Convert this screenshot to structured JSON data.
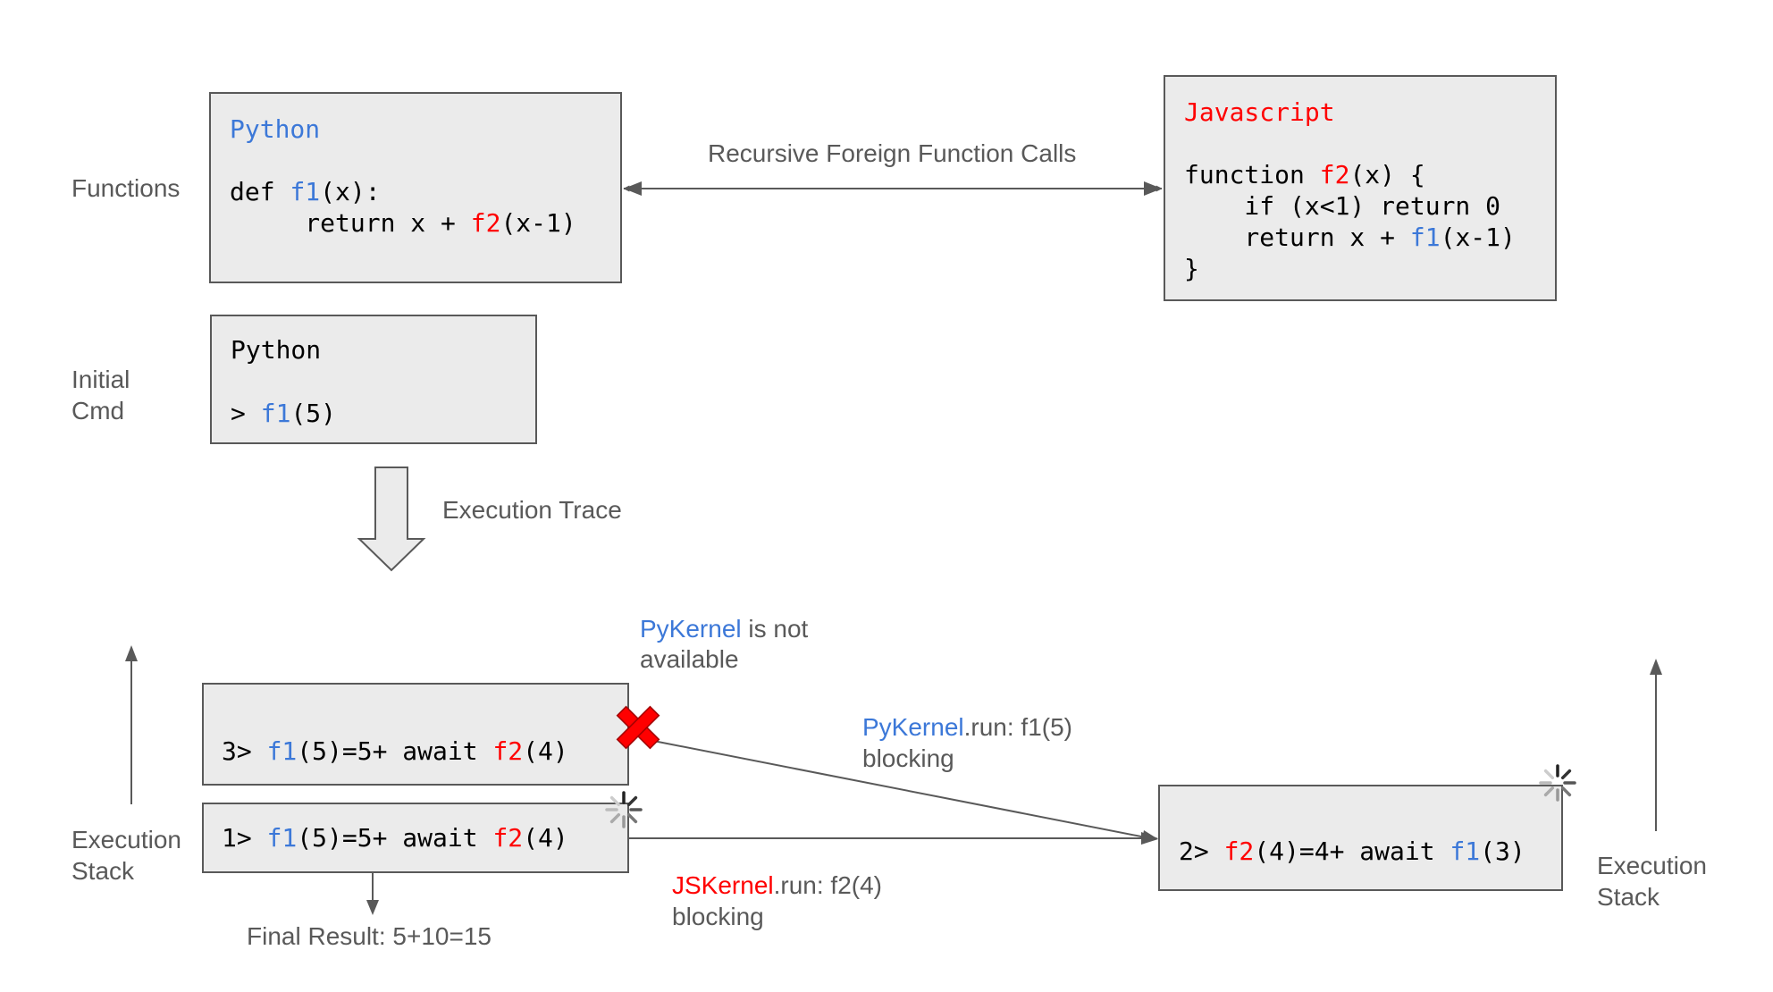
{
  "colors": {
    "python": "#3c78d8",
    "javascript": "#ff0000",
    "line": "#595959",
    "box_fill": "#ebebeb",
    "error": "#ff0000"
  },
  "row_labels": {
    "functions": "Functions",
    "initial_line1": "Initial",
    "initial_line2": "Cmd"
  },
  "python_functions": {
    "lang": "Python",
    "l1_pre": "def ",
    "l1_fn": "f1",
    "l1_post": "(x):",
    "l2_pre": "     return x + ",
    "l2_fn": "f2",
    "l2_post": "(x-1)"
  },
  "js_functions": {
    "lang": "Javascript",
    "l1_pre": "function ",
    "l1_fn": "f2",
    "l1_post": "(x) {",
    "l2": "    if (x<1) return 0",
    "l3_pre": "    return x + ",
    "l3_fn": "f1",
    "l3_post": "(x-1)",
    "l4": "}"
  },
  "recursive_label": "Recursive Foreign Function Calls",
  "initial_cmd": {
    "lang": "Python",
    "pre": "> ",
    "fn": "f1",
    "post": "(5)"
  },
  "execution_trace_label": "Execution Trace",
  "stack_left": {
    "label_line1": "Execution",
    "label_line2": "Stack"
  },
  "stack_right": {
    "label_line1": "Execution",
    "label_line2": "Stack"
  },
  "frame3": {
    "pre": "3> ",
    "fn1": "f1",
    "mid": "(5)=5+ await ",
    "fn2": "f2",
    "post": "(4)"
  },
  "frame1": {
    "pre": "1> ",
    "fn1": "f1",
    "mid": "(5)=5+ await ",
    "fn2": "f2",
    "post": "(4)"
  },
  "frame2": {
    "pre": "2> ",
    "fn1": "f2",
    "mid": "(4)=4+ await ",
    "fn2": "f1",
    "post": "(3)"
  },
  "pykernel_unavailable": {
    "name": "PyKernel",
    "rest": " is not",
    "line2": "available"
  },
  "pykernel_run": {
    "name": "PyKernel",
    "rest": ".run: f1(5)",
    "line2": "blocking"
  },
  "jskernel_run": {
    "name": "JSKernel",
    "rest": ".run: f2(4)",
    "line2": "blocking"
  },
  "final_result": "Final Result: 5+10=15"
}
